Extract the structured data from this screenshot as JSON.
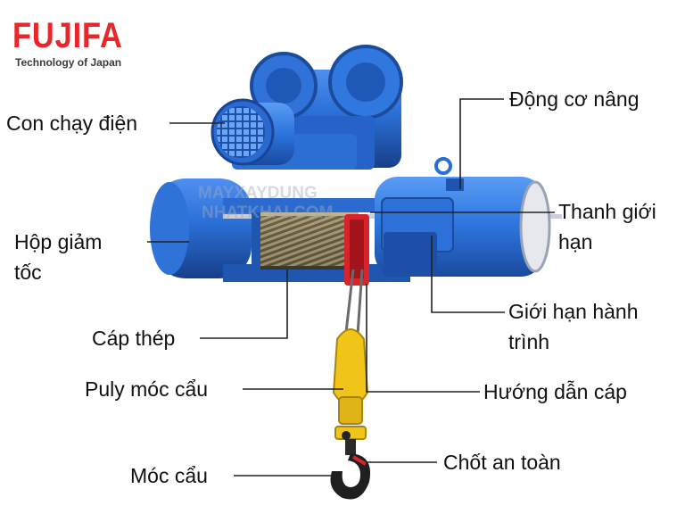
{
  "brand": {
    "name": "FUJIFA",
    "tagline": "Technology of Japan",
    "color": "#e8262b"
  },
  "watermark": {
    "line1": "MAYXAYDUNG",
    "line2": "NHATKHAI.COM"
  },
  "labels": {
    "con_chay_dien": "Con chạy điện",
    "dong_co_nang": "Động cơ nâng",
    "hop_giam_toc_1": "Hộp giảm",
    "hop_giam_toc_2": "tốc",
    "thanh_gioi_han_1": "Thanh giới",
    "thanh_gioi_han_2": "hạn",
    "cap_thep": "Cáp thép",
    "gioi_han_hanh_trinh_1": "Giới hạn hành",
    "gioi_han_hanh_trinh_2": "trình",
    "puly_moc_cau": "Puly móc cẩu",
    "huong_dan_cap": "Hướng dẫn cáp",
    "moc_cau": "Móc cẩu",
    "chot_an_toan": "Chốt an toàn"
  },
  "colors": {
    "machine_blue": "#2a6fd6",
    "machine_dark": "#173f8a",
    "hook_yellow": "#f0c419",
    "accent_red": "#d8232a"
  }
}
